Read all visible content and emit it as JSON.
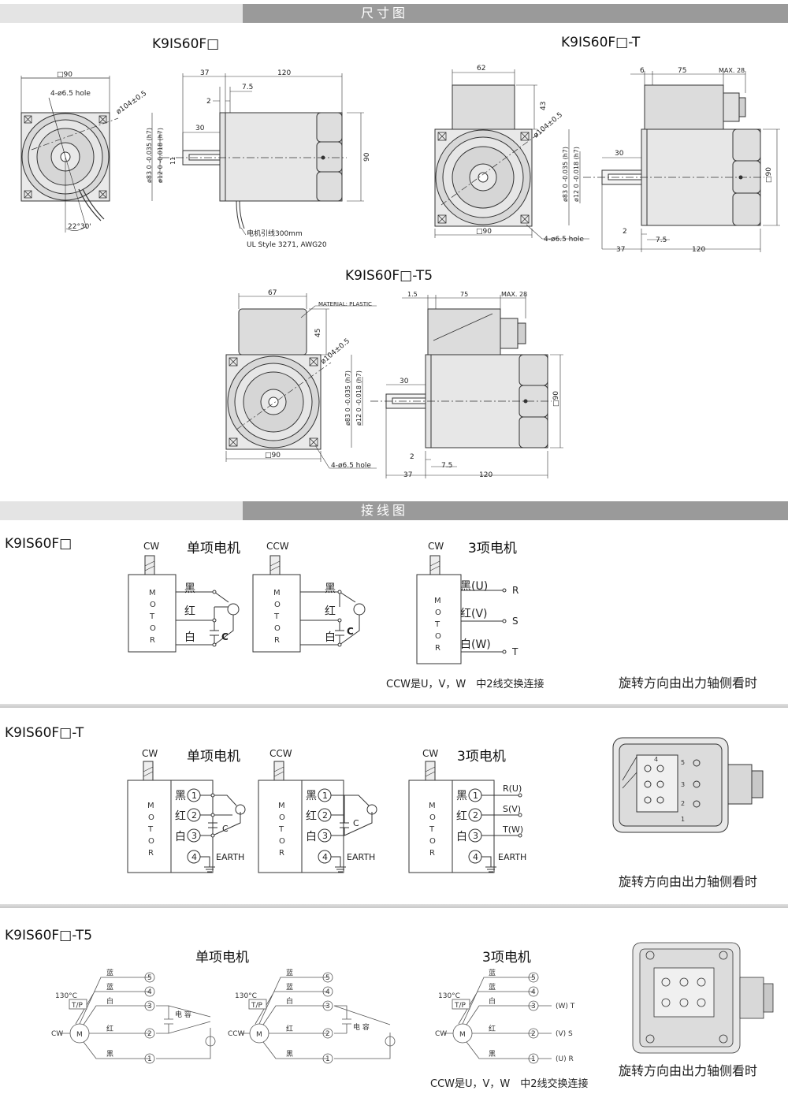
{
  "sections": {
    "dimensions": "尺寸图",
    "wiring": "接线图"
  },
  "models": {
    "base": "K9IS60F□",
    "t": "K9IS60F□-T",
    "t5": "K9IS60F□-T5"
  },
  "dim_labels": {
    "sq90": "□90",
    "hole": "4-ø6.5 hole",
    "d104": "ø104±0.5",
    "d83": "ø83 0 -0.035 (h7)",
    "d12": "ø12 0 -0.018 (h7)",
    "d37": "37",
    "d120": "120",
    "d75mm": "7.5",
    "d2": "2",
    "d30": "30",
    "d11": "11",
    "d90": "90",
    "angle": "22°30'",
    "lead1": "电机引线300mm",
    "lead2": "UL Style 3271, AWG20",
    "d62": "62",
    "d43": "43",
    "d6": "6",
    "d75": "75",
    "max28": "MAX. 28",
    "d67": "67",
    "d45": "45",
    "material": "MATERIAL: PLASTIC",
    "d15": "1.5"
  },
  "wiring": {
    "cw": "CW",
    "ccw": "CCW",
    "single": "单项电机",
    "three": "3项电机",
    "motor_letters": [
      "M",
      "O",
      "T",
      "O",
      "R"
    ],
    "black": "黑",
    "red": "红",
    "white": "白",
    "blue": "蓝",
    "cap": "C",
    "cap_cn": "电 容",
    "black_u": "黑(U)",
    "red_v": "红(V)",
    "white_w": "白(W)",
    "r": "R",
    "s": "S",
    "t": "T",
    "ru": "R(U)",
    "sv": "S(V)",
    "tw": "T(W)",
    "earth": "EARTH",
    "ccw_note": "CCW是U，V，W　中2线交换连接",
    "view_note": "旋转方向由出力轴侧看时",
    "temp": "130°C",
    "tp": "T/P",
    "m": "M",
    "wt": "(W) T",
    "vs": "(V) S",
    "ur": "(U) R",
    "n1": "1",
    "n2": "2",
    "n3": "3",
    "n4": "4",
    "n5": "5"
  }
}
